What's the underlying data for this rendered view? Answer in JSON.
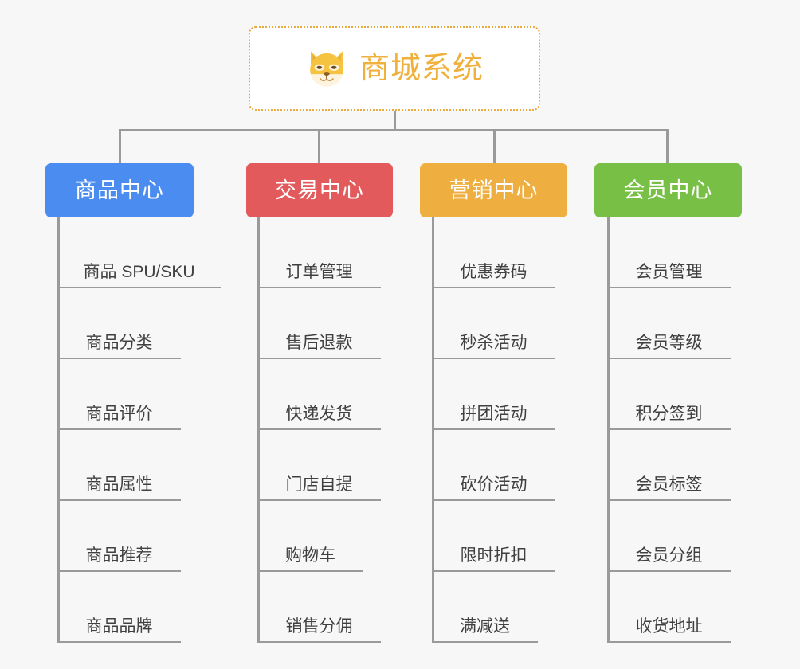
{
  "page": {
    "background_color": "#f7f7f7",
    "line_color": "#9a9a9a"
  },
  "root": {
    "title": "商城系统",
    "icon": "shiba-dog-icon",
    "text_color": "#f0b13c",
    "border_color": "#eaa93f"
  },
  "categories": [
    {
      "label": "商品中心",
      "color": "#4a8cf0",
      "items": [
        "商品 SPU/SKU",
        "商品分类",
        "商品评价",
        "商品属性",
        "商品推荐",
        "商品品牌"
      ]
    },
    {
      "label": "交易中心",
      "color": "#e25a5c",
      "items": [
        "订单管理",
        "售后退款",
        "快递发货",
        "门店自提",
        "购物车",
        "销售分佣"
      ]
    },
    {
      "label": "营销中心",
      "color": "#eeae40",
      "items": [
        "优惠券码",
        "秒杀活动",
        "拼团活动",
        "砍价活动",
        "限时折扣",
        "满减送"
      ]
    },
    {
      "label": "会员中心",
      "color": "#77c045",
      "items": [
        "会员管理",
        "会员等级",
        "积分签到",
        "会员标签",
        "会员分组",
        "收货地址"
      ]
    }
  ]
}
